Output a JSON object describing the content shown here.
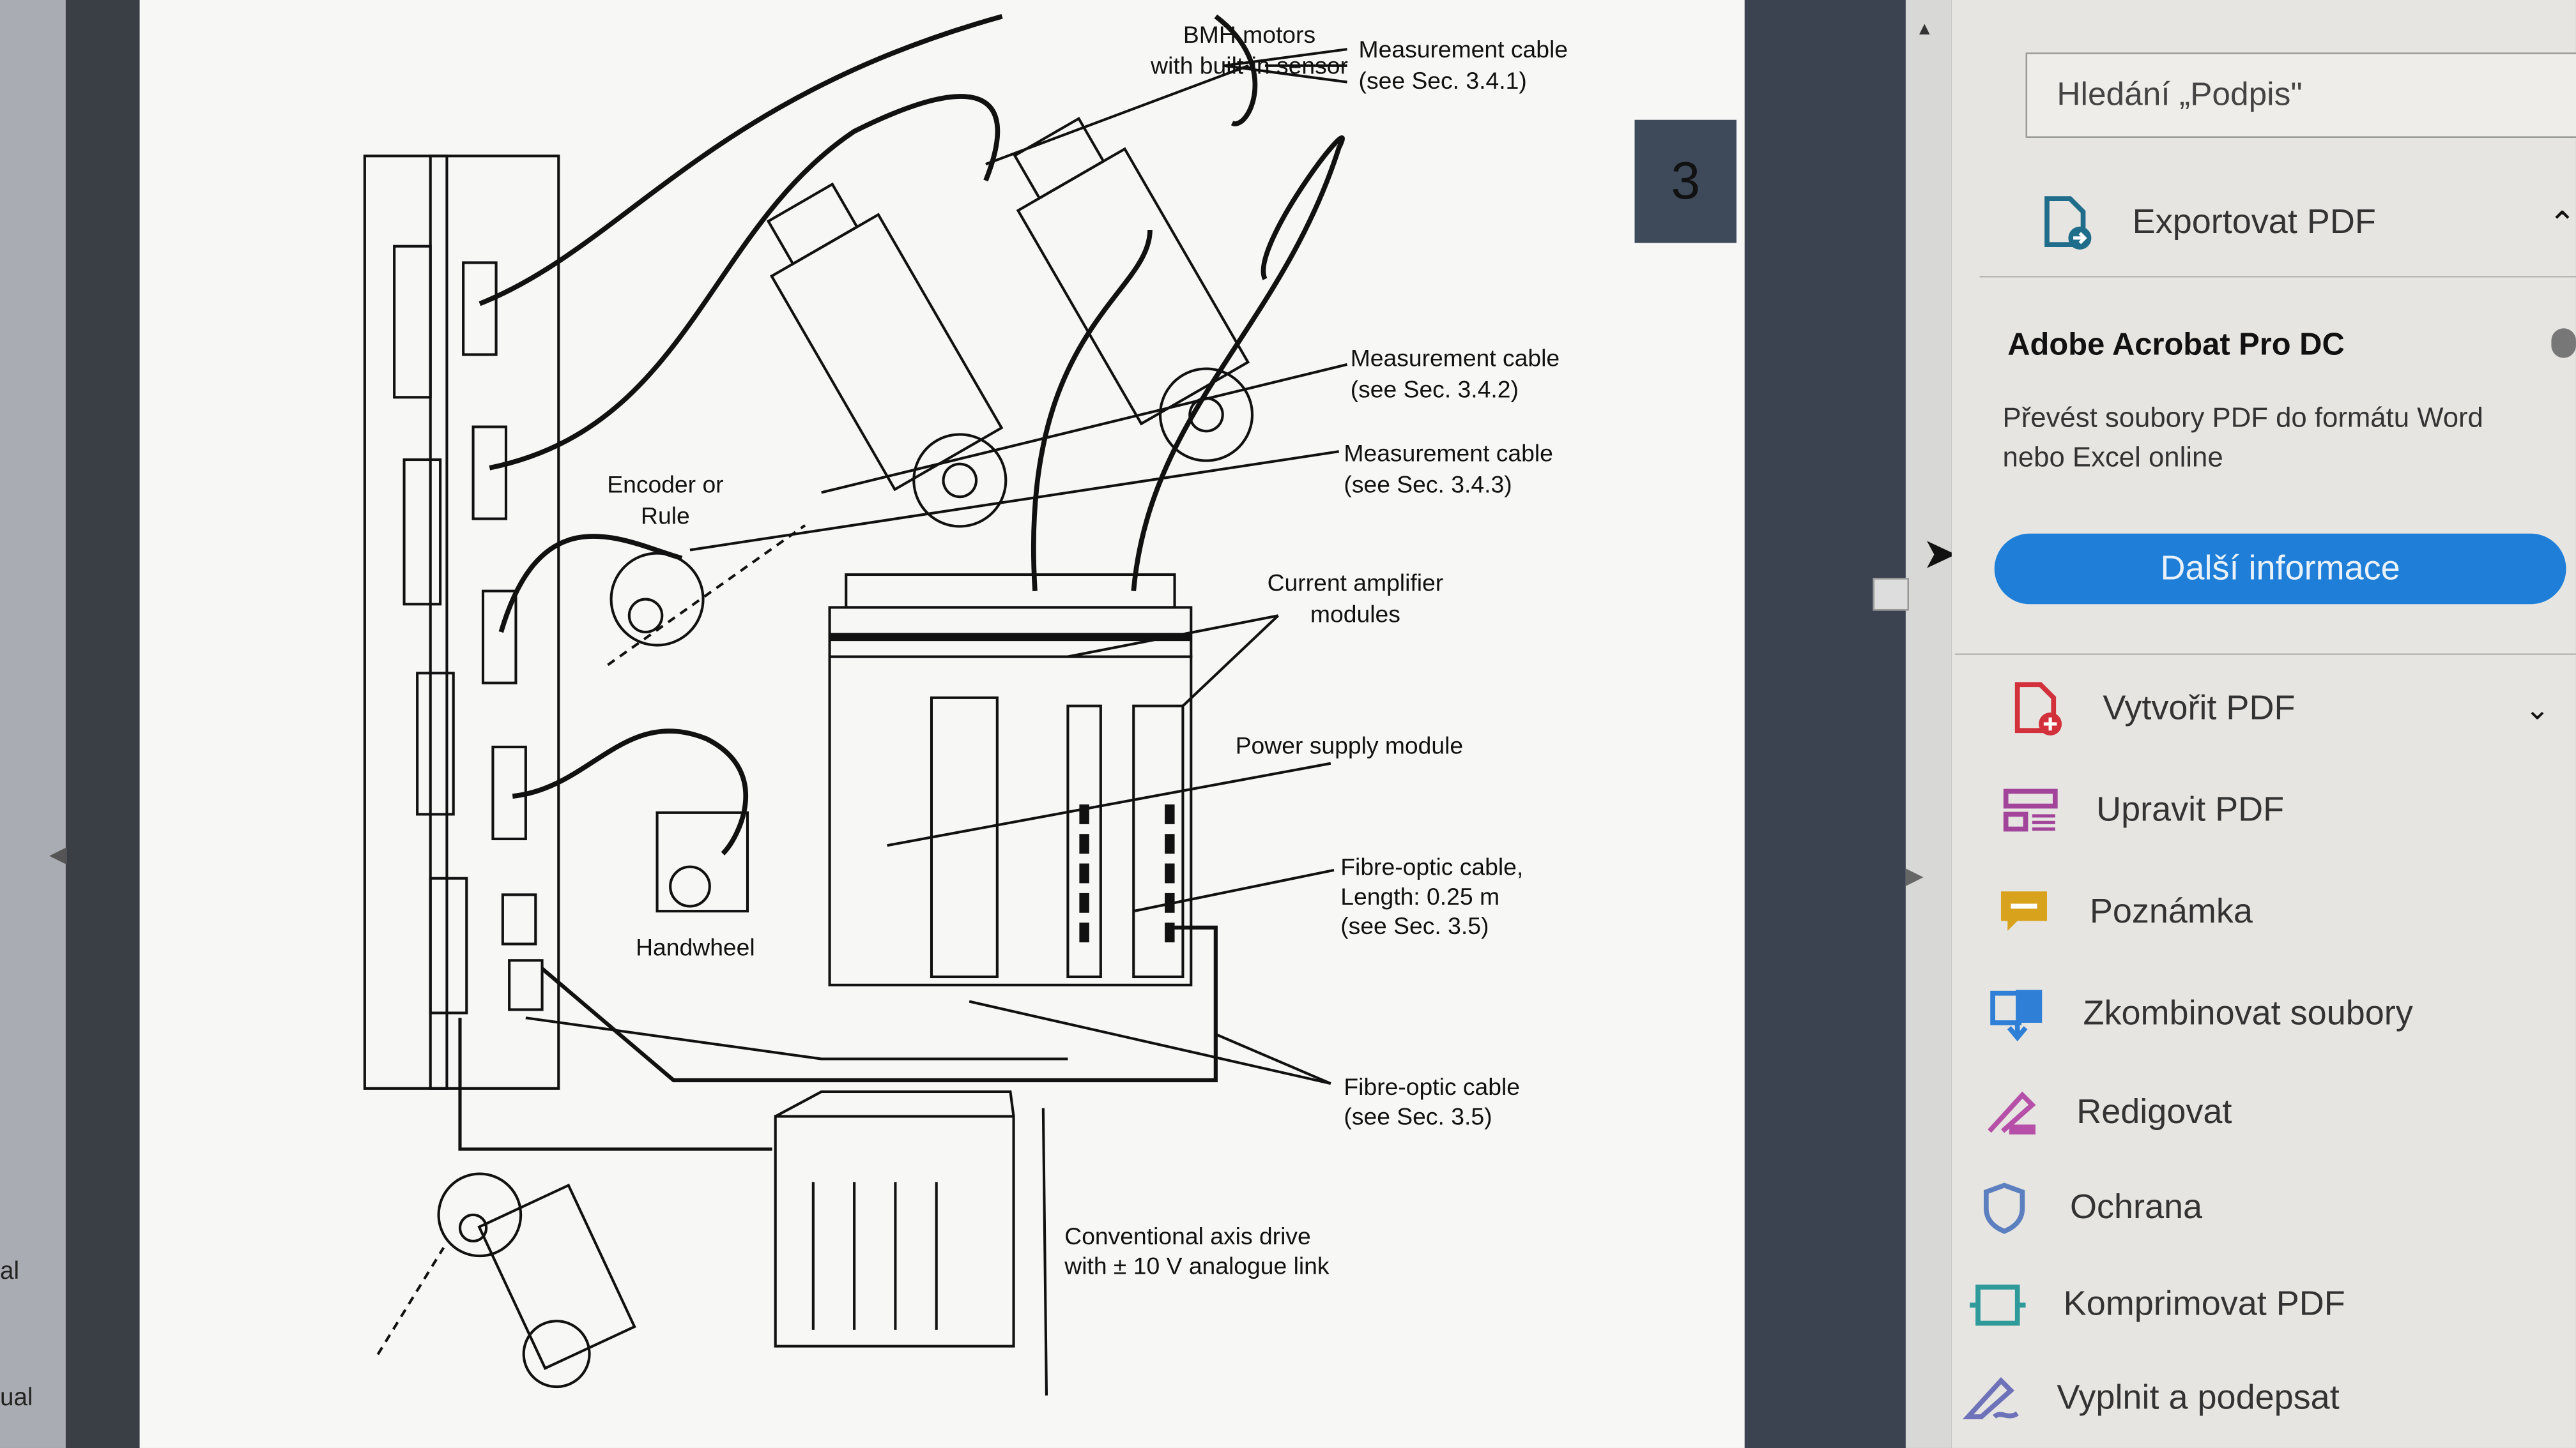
{
  "left_edge": {
    "text1": "al",
    "text2": "ual"
  },
  "document": {
    "page_number": "3",
    "labels": {
      "bmh_line1": "BMH motors",
      "bmh_line2": "with built-in sensor",
      "mc1_line1": "Measurement cable",
      "mc1_line2": "(see Sec. 3.4.1)",
      "mc2_line1": "Measurement cable",
      "mc2_line2": "(see Sec. 3.4.2)",
      "mc3_line1": "Measurement cable",
      "mc3_line2": "(see Sec. 3.4.3)",
      "encoder_line1": "Encoder or",
      "encoder_line2": "Rule",
      "cam_line1": "Current amplifier",
      "cam_line2": "modules",
      "psm": "Power supply module",
      "foc1_line1": "Fibre-optic cable,",
      "foc1_line2": "Length: 0.25 m",
      "foc1_line3": "(see Sec. 3.5)",
      "handwheel": "Handwheel",
      "foc2_line1": "Fibre-optic cable",
      "foc2_line2": "(see Sec. 3.5)",
      "cad_line1": "Conventional axis drive",
      "cad_line2": "with ± 10 V analogue link"
    }
  },
  "panel": {
    "search_text": "Hledání „Podpis\"",
    "export": {
      "label": "Exportovat PDF",
      "icon": "export-pdf-icon"
    },
    "promo": {
      "title": "Adobe Acrobat Pro DC",
      "desc_line1": "Převést soubory PDF do formátu Word",
      "desc_line2": "nebo Excel online",
      "button": "Další informace",
      "button_color": "#1f7fd8"
    },
    "tools": [
      {
        "label": "Vytvořit PDF",
        "icon": "create-pdf-icon",
        "color": "#d2303a"
      },
      {
        "label": "Upravit PDF",
        "icon": "edit-pdf-icon",
        "color": "#a3449b"
      },
      {
        "label": "Poznámka",
        "icon": "comment-icon",
        "color": "#d9a21c"
      },
      {
        "label": "Zkombinovat soubory",
        "icon": "combine-files-icon",
        "color": "#2f7fd6"
      },
      {
        "label": "Redigovat",
        "icon": "redact-icon",
        "color": "#b64fa8"
      },
      {
        "label": "Ochrana",
        "icon": "shield-icon",
        "color": "#5b7fbf"
      },
      {
        "label": "Komprimovat PDF",
        "icon": "compress-pdf-icon",
        "color": "#2f9a9a"
      },
      {
        "label": "Vyplnit a podepsat",
        "icon": "fill-sign-icon",
        "color": "#6e72b8"
      }
    ]
  }
}
